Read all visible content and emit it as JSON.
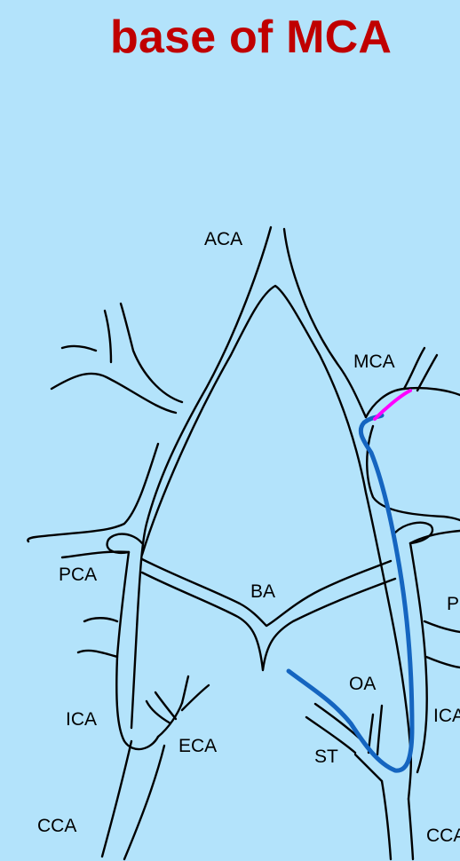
{
  "title": "base of MCA",
  "labels": {
    "aca": "ACA",
    "mca": "MCA",
    "pca_left": "PCA",
    "pca_right": "P",
    "ba": "BA",
    "oa": "OA",
    "ica_left": "ICA",
    "ica_right": "ICA",
    "eca": "ECA",
    "st": "ST",
    "cca_left": "CCA",
    "cca_right": "CCA"
  },
  "colors": {
    "background": "#b3e3fb",
    "title": "#c00000",
    "vessel": "#000000",
    "catheter_path": "#1565c0",
    "target_segment": "#ff00ff"
  }
}
